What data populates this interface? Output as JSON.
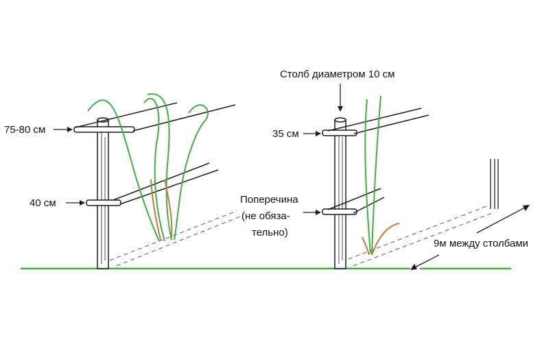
{
  "labels": {
    "height_top_left": "75-80 см",
    "height_bottom_left": "40 см",
    "post_diameter": "Столб диаметром 10 см",
    "crossbar_width": "35 см",
    "crossbar_line1": "Поперечина",
    "crossbar_line2": "(не обяза-",
    "crossbar_line3": "тельно)",
    "post_spacing": "9м между столбами"
  },
  "colors": {
    "ground": "#3cb043",
    "cane": "#3cb043",
    "shoot": "#c8773a",
    "line": "#1a1a1a"
  }
}
